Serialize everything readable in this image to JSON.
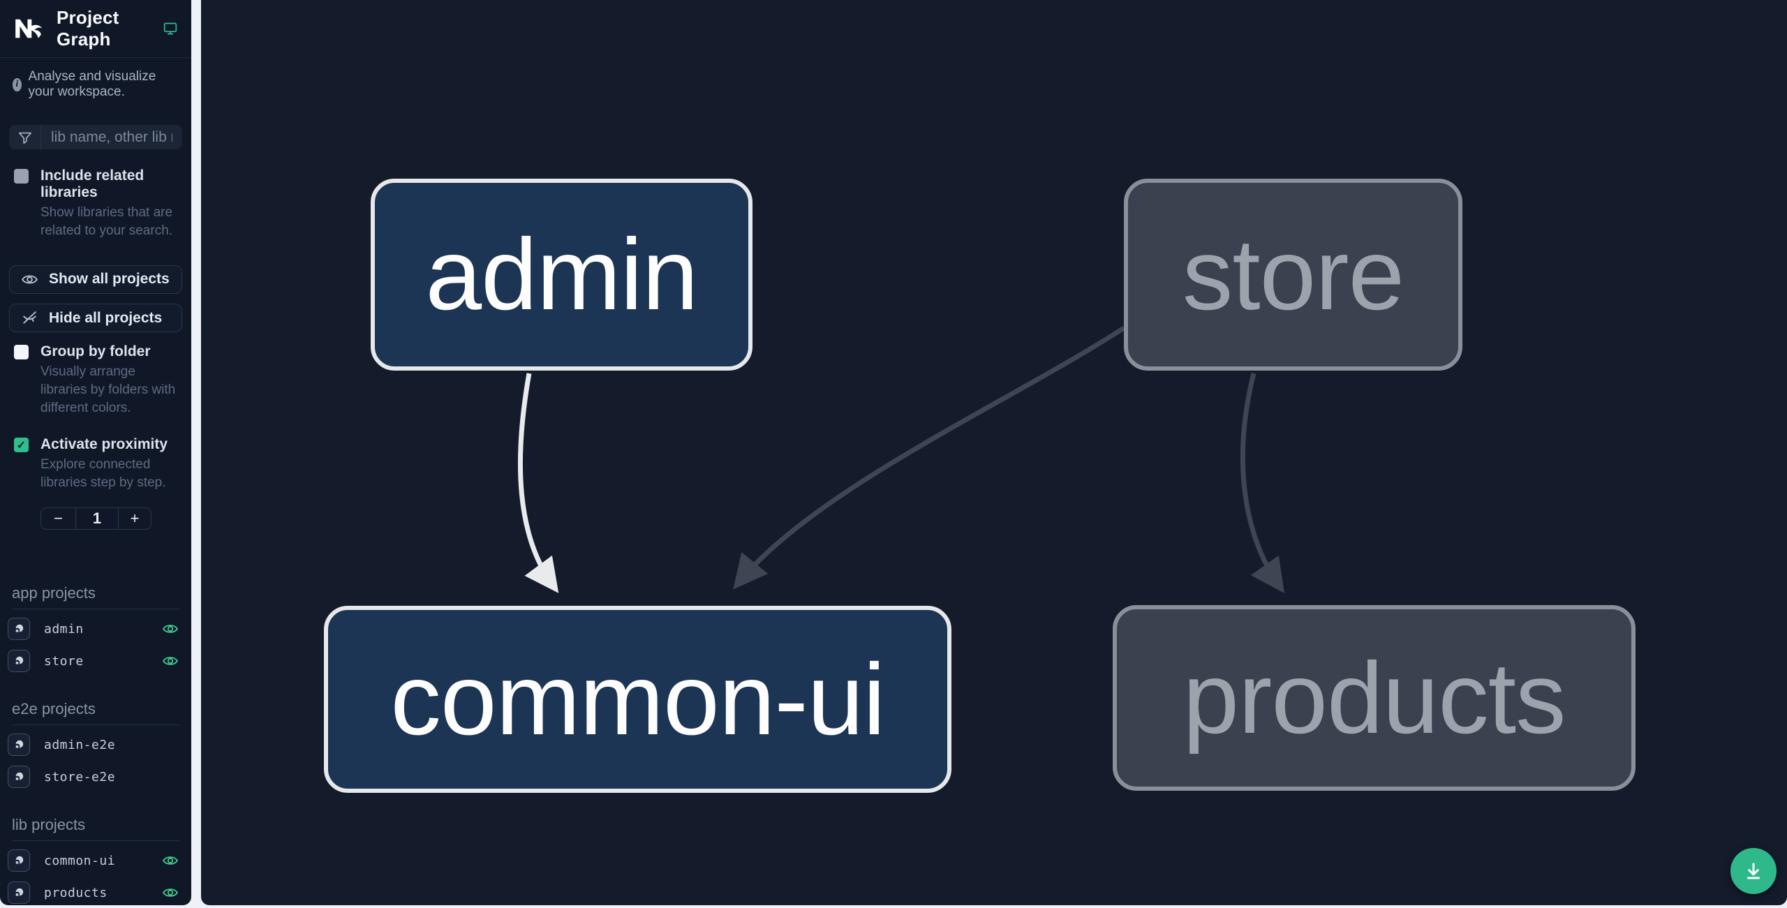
{
  "app": {
    "title": "Project Graph",
    "tagline": "Analyse and visualize your workspace."
  },
  "search": {
    "placeholder": "lib name, other lib name"
  },
  "options": [
    {
      "label": "Include related libraries",
      "description": "Show libraries that are related to your search.",
      "checked": false
    },
    {
      "label": "Group by folder",
      "description": "Visually arrange libraries by folders with different colors.",
      "checked": false
    },
    {
      "label": "Activate proximity",
      "description": "Explore connected libraries step by step.",
      "checked": true
    }
  ],
  "buttons": {
    "show_all": "Show all projects",
    "hide_all": "Hide all projects"
  },
  "stepper": {
    "decrement": "−",
    "value": "1",
    "increment": "+"
  },
  "sections": [
    {
      "title": "app projects",
      "items": [
        {
          "name": "admin",
          "visible": true
        },
        {
          "name": "store",
          "visible": true
        }
      ]
    },
    {
      "title": "e2e projects",
      "items": [
        {
          "name": "admin-e2e"
        },
        {
          "name": "store-e2e"
        }
      ]
    },
    {
      "title": "lib projects",
      "items": [
        {
          "name": "common-ui",
          "visible": true
        },
        {
          "name": "products",
          "visible": true
        }
      ]
    }
  ],
  "graph": {
    "nodes": [
      {
        "id": "admin",
        "label": "admin",
        "state": "focused"
      },
      {
        "id": "store",
        "label": "store",
        "state": "dimmed"
      },
      {
        "id": "common-ui",
        "label": "common-ui",
        "state": "focused"
      },
      {
        "id": "products",
        "label": "products",
        "state": "dimmed"
      }
    ],
    "edges": [
      {
        "from": "admin",
        "to": "common-ui",
        "state": "highlighted"
      },
      {
        "from": "store",
        "to": "common-ui",
        "state": "dimmed"
      },
      {
        "from": "store",
        "to": "products",
        "state": "dimmed"
      }
    ],
    "check_marker": "✓"
  },
  "colors": {
    "accent_teal": "#2fbf8c",
    "sidebar_bg": "#101828",
    "canvas_bg": "#141b2b",
    "node_focused_bg": "#1c3555",
    "node_focused_border": "#e6e8ea",
    "node_dimmed_bg": "#3a414f",
    "node_dimmed_border": "#8a9099",
    "edge_highlight": "#e8eaec",
    "edge_dimmed": "#3e4654",
    "eye_icon_green": "#3ecf8e"
  }
}
